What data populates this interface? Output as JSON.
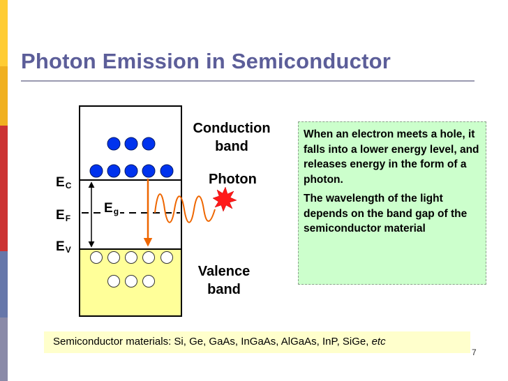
{
  "slide": {
    "title": "Photon Emission in Semiconductor",
    "page_number": "7"
  },
  "diagram": {
    "conduction_label_line1": "Conduction",
    "conduction_label_line2": "band",
    "valence_label_line1": "Valence",
    "valence_label_line2": "band",
    "photon_label": "Photon",
    "levels": {
      "ec": {
        "main": "E",
        "sub": "C"
      },
      "ef": {
        "main": "E",
        "sub": "F"
      },
      "ev": {
        "main": "E",
        "sub": "V"
      },
      "eg": {
        "main": "E",
        "sub": "g"
      }
    }
  },
  "info_box": {
    "paragraph1": "When an electron meets a hole, it falls into a lower energy level, and releases energy in the form of a photon.",
    "paragraph2": "The wavelength of the light depends on the band gap of the semiconductor material"
  },
  "materials": {
    "text": "Semiconductor materials: Si, Ge, GaAs, InGaAs, AlGaAs, InP, SiGe, ",
    "emph": "etc"
  },
  "colors": {
    "title": "#5c5e99",
    "valence_fill": "#ffff99",
    "electron": "#0033ee",
    "arrow": "#ee6600",
    "info_bg": "#ccffcc",
    "materials_bg": "#ffffcc",
    "sidebar": [
      "#ffcc33",
      "#f0b020",
      "#cc3333",
      "#6677aa",
      "#8a8aa8"
    ]
  }
}
